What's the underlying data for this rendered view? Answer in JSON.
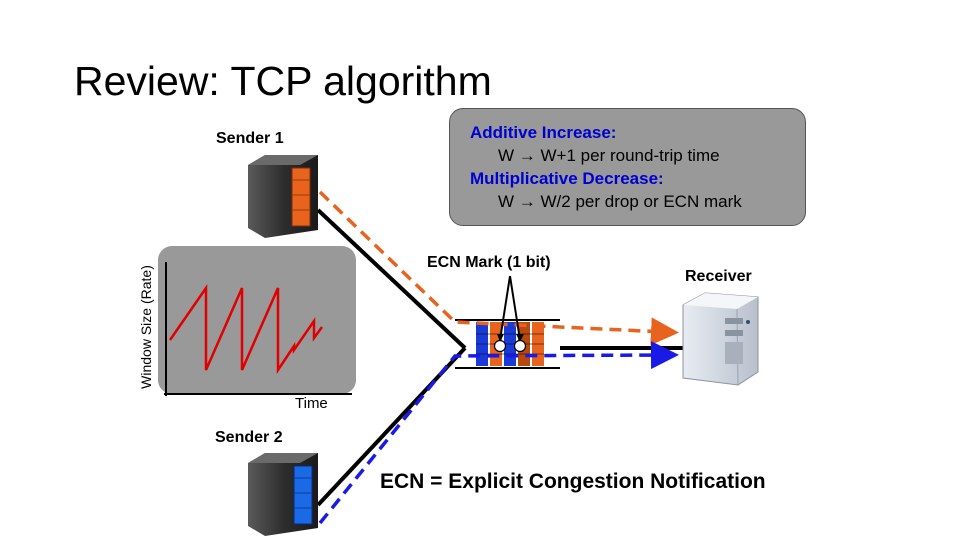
{
  "title": "Review: TCP algorithm",
  "labels": {
    "sender1": "Sender 1",
    "sender2": "Sender 2",
    "receiver": "Receiver",
    "ecn_mark": "ECN Mark (1 bit)",
    "graph_xlabel": "Time",
    "graph_ylabel": "Window Size (Rate)"
  },
  "info_box": {
    "ai_heading": "Additive Increase:",
    "ai_rule_lhs": "W",
    "ai_rule_rhs": "W+1 per round-trip time",
    "md_heading": "Multiplicative Decrease:",
    "md_rule_lhs": "W",
    "md_rule_rhs": "W/2 per drop or ECN mark"
  },
  "ecn_definition": "ECN = Explicit Congestion Notification",
  "colors": {
    "sender1_flow": "#e8641e",
    "sender2_flow": "#1a1ae6",
    "sawtooth": "#e00000",
    "box_fill": "#999999",
    "heading_text": "#0000d0"
  },
  "icons": {
    "sender1": "server-tower-icon",
    "sender2": "server-tower-icon",
    "receiver": "server-icon",
    "queue": "switch-queue-icon"
  }
}
